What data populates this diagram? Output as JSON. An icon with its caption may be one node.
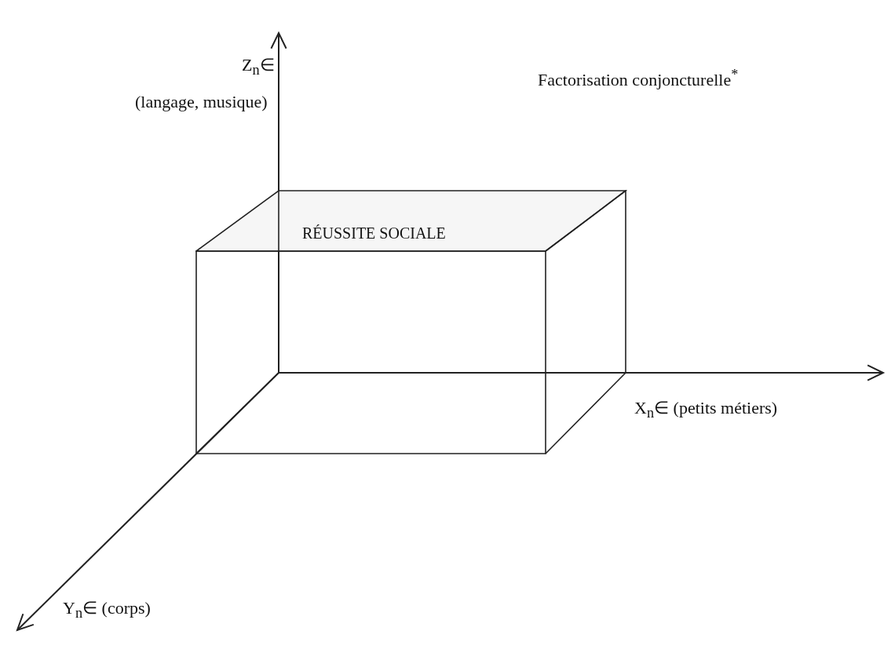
{
  "diagram": {
    "nodes": [
      {
        "text": [
          "RÉUSSITE SOCIALE"
        ]
      }
    ],
    "labels": [
      "Z$_{n}$∈",
      "(langage, musique)",
      "Factorisation conjoncturelle$^{*}$",
      "X$_{n}$∈ (petits métiers)",
      "Y$_{n}$∈ (corps)"
    ]
  }
}
